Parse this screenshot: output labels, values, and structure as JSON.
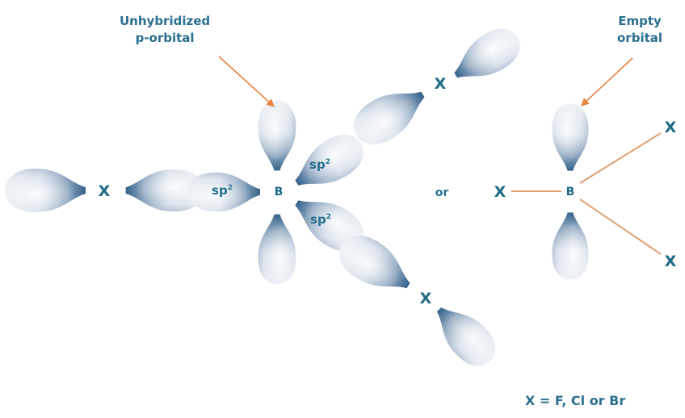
{
  "labels": {
    "unhybridized_line1": "Unhybridized",
    "unhybridized_line2": "p-orbital",
    "empty_line1": "Empty",
    "empty_line2": "orbital",
    "or": "or",
    "legend": "X = F, Cl or Br"
  },
  "atoms": {
    "boron": "B",
    "halogen": "X"
  },
  "hybrid": {
    "base": "sp",
    "superscript": "2"
  },
  "colors": {
    "orbital_light": "#f2f5f9",
    "orbital_mid": "#c8d4e0",
    "orbital_dark": "#3e6b91",
    "text": "#2a6f8f",
    "arrow": "#e8823f",
    "bond": "#e0a070"
  }
}
